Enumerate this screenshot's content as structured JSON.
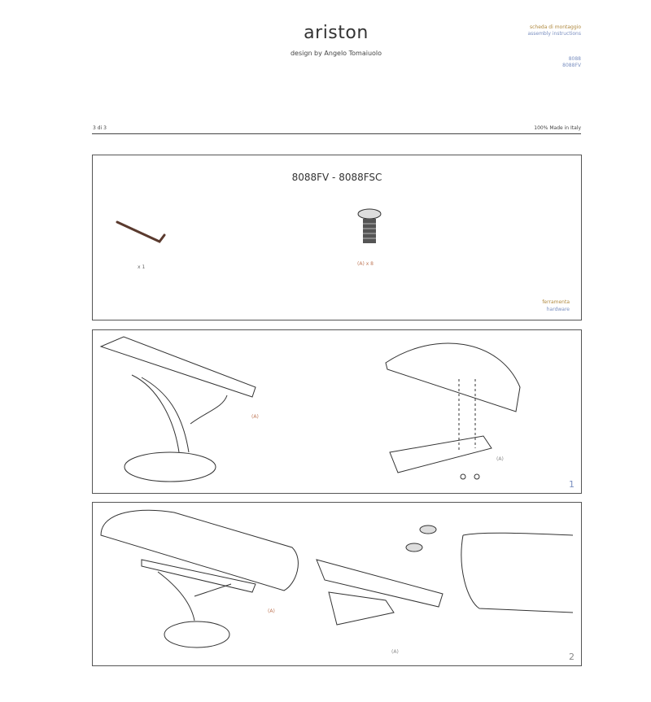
{
  "header": {
    "brand": "ariston",
    "designer": "design by Angelo Tomaiuolo",
    "doc_type_it": "scheda di montaggio",
    "doc_type_en": "assembly instructions",
    "codes": [
      "8088",
      "8088FV"
    ]
  },
  "meta": {
    "page": "3 di 3",
    "made_in": "100% Made in Italy"
  },
  "hardware_panel": {
    "title": "8088FV - 8088FSC",
    "wrench_qty": "x 1",
    "screw_qty": "(A) x 8",
    "label_it": "ferramenta",
    "label_en": "hardware"
  },
  "step1": {
    "number": "1",
    "callout_a": "(A)",
    "callout_b": "(A)"
  },
  "step2": {
    "number": "2",
    "callout_a": "(A)",
    "callout_b": "(A)"
  },
  "colors": {
    "accent": "#c07a5a",
    "blue": "#7a8fc0",
    "green": "#8aa060"
  }
}
